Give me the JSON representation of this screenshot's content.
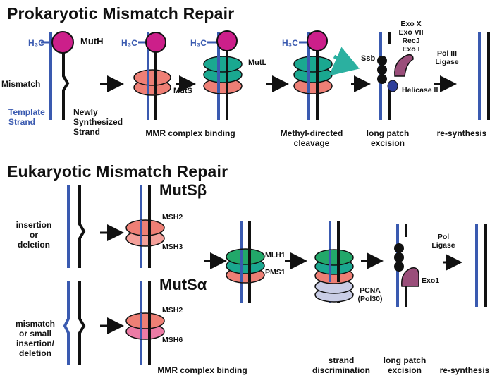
{
  "prokaryotic": {
    "title": "Prokaryotic  Mismatch Repair",
    "h3c": "H₃C",
    "labels": {
      "muth": "MutH",
      "mutl": "MutL",
      "muts": "MutS",
      "mismatch": "Mismatch",
      "template_strand": "Template\nStrand",
      "new_strand": "Newly\nSynthesized\nStrand",
      "ssb": "Ssb",
      "exonucleases": "Exo X\nExo VII\nRecJ\nExo I",
      "helicase": "Helicase II",
      "polymerase": "Pol III\nLigase"
    },
    "steps": [
      "MMR complex binding",
      "Methyl-directed\ncleavage",
      "long patch\nexcision",
      "re-synthesis"
    ]
  },
  "eukaryotic": {
    "title": "Eukaryotic Mismatch Repair",
    "labels": {
      "mutsb": "MutSβ",
      "mutsa": "MutSα",
      "msh2_a": "MSH2",
      "msh3": "MSH3",
      "msh2_b": "MSH2",
      "msh6": "MSH6",
      "mlh1": "MLH1",
      "pms1": "PMS1",
      "pcna": "PCNA\n(Pol30)",
      "exo1": "Exo1",
      "polymerase": "Pol\nLigase",
      "insertion": "insertion\nor\ndeletion",
      "mismatch": "mismatch\nor small\ninsertion/\ndeletion"
    },
    "steps": [
      "MMR complex binding",
      "strand\ndiscrimination",
      "long patch\nexcision",
      "re-synthesis"
    ]
  },
  "colors": {
    "template_strand": "#3a5ab0",
    "new_strand": "#111111",
    "muth": "#cc1f8a",
    "muts": "#ee7f75",
    "mutl": "#1aa890",
    "msh3": "#f4a09a",
    "msh6": "#ec7ba5",
    "mlh1": "#22a86a",
    "pcna": "#c9cde6",
    "exo": "#9a4e7a",
    "helicase": "#2e3f9a",
    "arrow_teal": "#2bb0a0"
  }
}
